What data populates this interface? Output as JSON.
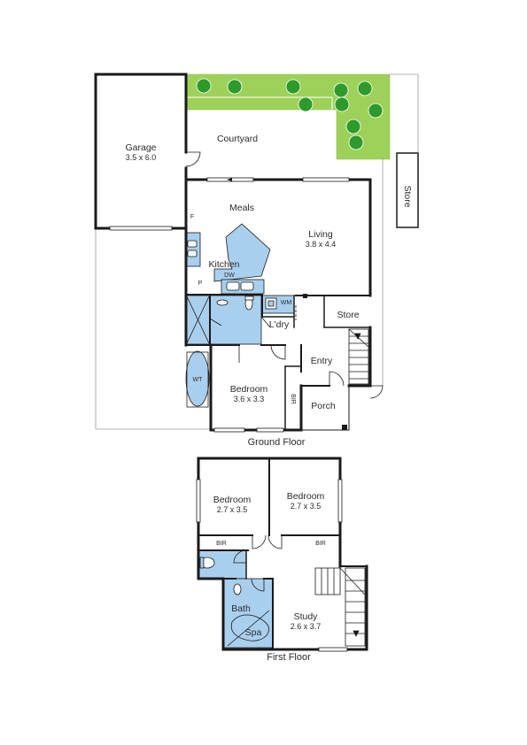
{
  "floors": {
    "ground": "Ground Floor",
    "first": "First Floor"
  },
  "ground": {
    "garage": {
      "name": "Garage",
      "dims": "3.5 x 6.0"
    },
    "courtyard": "Courtyard",
    "store_outside": "Store",
    "meals": "Meals",
    "living": {
      "name": "Living",
      "dims": "3.8 x 4.4"
    },
    "fridge": "F",
    "kitchen": "Kitchen",
    "dw": "DW",
    "pantry": "P",
    "wm": "WM",
    "store": "Store",
    "laundry": "L'dry",
    "entry": "Entry",
    "wt": "WT",
    "bedroom": {
      "name": "Bedroom",
      "dims": "3.6 x 3.3"
    },
    "bir": "BIR",
    "porch": "Porch"
  },
  "first": {
    "bedroom1": {
      "name": "Bedroom",
      "dims": "2.7 x 3.5"
    },
    "bedroom2": {
      "name": "Bedroom",
      "dims": "2.7 x 3.5"
    },
    "bir1": "BIR",
    "bir2": "BIR",
    "bath": "Bath",
    "spa": "Spa",
    "study": {
      "name": "Study",
      "dims": "2.6 x 3.7"
    }
  },
  "colors": {
    "wall": "#1a1a1a",
    "wet_area": "#a9cfee",
    "garden": "#9ed15a",
    "tree": "#2e9a2c"
  }
}
